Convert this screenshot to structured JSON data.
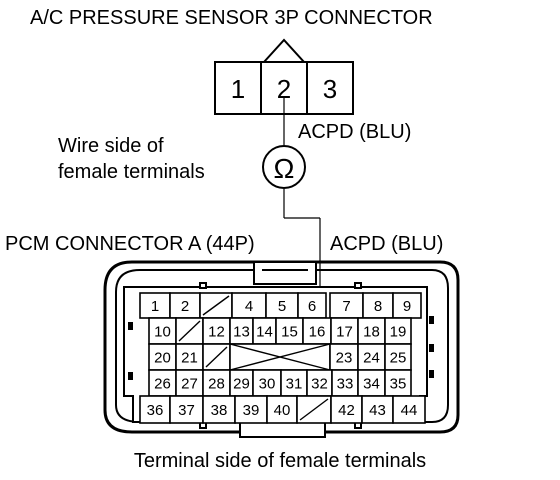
{
  "connector_3p": {
    "title": "A/C PRESSURE SENSOR 3P CONNECTOR",
    "pins": [
      "1",
      "2",
      "3"
    ],
    "wire_label": "ACPD (BLU)"
  },
  "ohmmeter": {
    "symbol": "Ω",
    "icon": "ohmmeter-icon",
    "note_line1": "Wire side of",
    "note_line2": "female terminals"
  },
  "connector_a": {
    "title": "PCM CONNECTOR A (44P)",
    "wire_label": "ACPD (BLU)",
    "rows": [
      [
        "1",
        "2",
        "",
        "4",
        "5",
        "6",
        "7",
        "8",
        "9"
      ],
      [
        "10",
        "",
        "12",
        "13",
        "14",
        "15",
        "16",
        "17",
        "18",
        "19"
      ],
      [
        "20",
        "21",
        "",
        "",
        "23",
        "24",
        "25"
      ],
      [
        "26",
        "27",
        "28",
        "29",
        "30",
        "31",
        "32",
        "33",
        "34",
        "35"
      ],
      [
        "36",
        "37",
        "38",
        "39",
        "40",
        "",
        "42",
        "43",
        "44"
      ]
    ],
    "caption": "Terminal side of female terminals"
  }
}
